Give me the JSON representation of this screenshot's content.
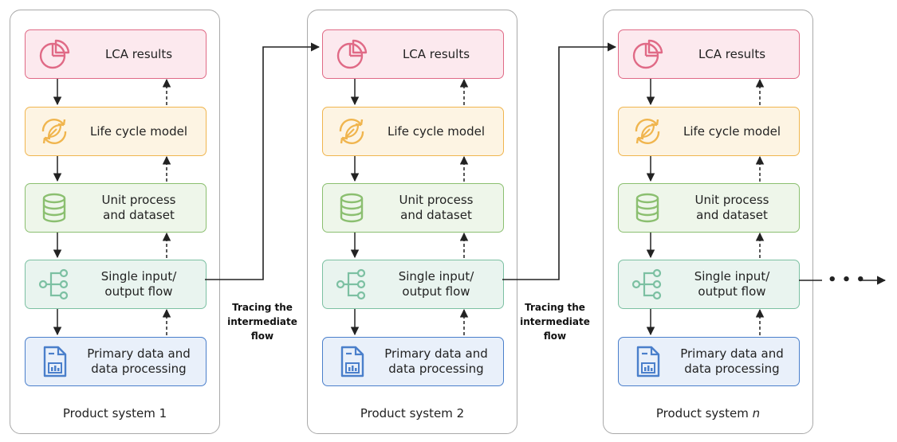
{
  "columns": [
    {
      "boxes": {
        "lca": "LCA results",
        "lcm": "Life cycle model",
        "unit": "Unit process\nand dataset",
        "flow": "Single input/\noutput flow",
        "primary": "Primary data and\ndata processing"
      },
      "caption": "Product system 1",
      "caption_italic": ""
    },
    {
      "boxes": {
        "lca": "LCA results",
        "lcm": "Life cycle model",
        "unit": "Unit process\nand dataset",
        "flow": "Single input/\noutput flow",
        "primary": "Primary data and\ndata processing"
      },
      "caption": "Product system 2",
      "caption_italic": ""
    },
    {
      "boxes": {
        "lca": "LCA results",
        "lcm": "Life cycle model",
        "unit": "Unit process\nand dataset",
        "flow": "Single input/\noutput flow",
        "primary": "Primary data and\ndata processing"
      },
      "caption": "Product system ",
      "caption_italic": "n"
    }
  ],
  "connectors": [
    {
      "label": "Tracing the\nintermediate\nflow"
    },
    {
      "label": "Tracing the\nintermediate\nflow"
    }
  ],
  "continuation": "• • •",
  "icons": {
    "lca": "pie-chart-icon",
    "lcm": "leaf-cycle-icon",
    "unit": "database-icon",
    "flow": "flow-tree-icon",
    "primary": "report-chart-icon"
  },
  "colors": {
    "lca": "#e06a86",
    "lcm": "#f0b54e",
    "unit": "#8bbf70",
    "flow": "#7cc0a2",
    "primary": "#4a7fcb",
    "frame": "#a9a9a9",
    "arrow": "#222222"
  }
}
